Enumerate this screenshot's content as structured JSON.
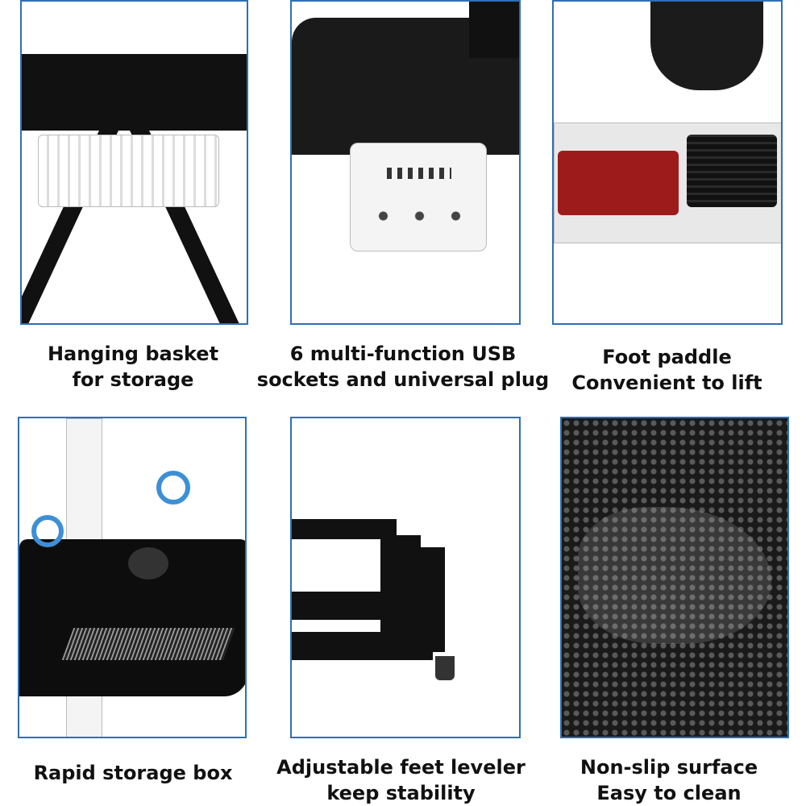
{
  "features": [
    {
      "line1": "Hanging basket",
      "line2": "for storage",
      "icon": "basket"
    },
    {
      "line1": "6 multi-function USB",
      "line2": "sockets and universal plug",
      "icon": "power-socket"
    },
    {
      "line1": "Foot paddle",
      "line2": "Convenient to lift",
      "icon": "foot-pedal"
    },
    {
      "line1": "Rapid storage box",
      "line2": "",
      "icon": "storage-box"
    },
    {
      "line1": "Adjustable feet leveler",
      "line2": "keep stability",
      "icon": "feet-leveler"
    },
    {
      "line1": "Non-slip surface",
      "line2": "Easy to clean",
      "icon": "non-slip-mat"
    }
  ],
  "colors": {
    "border": "#2f6fb5",
    "pedal_red": "#9e1b1b"
  }
}
